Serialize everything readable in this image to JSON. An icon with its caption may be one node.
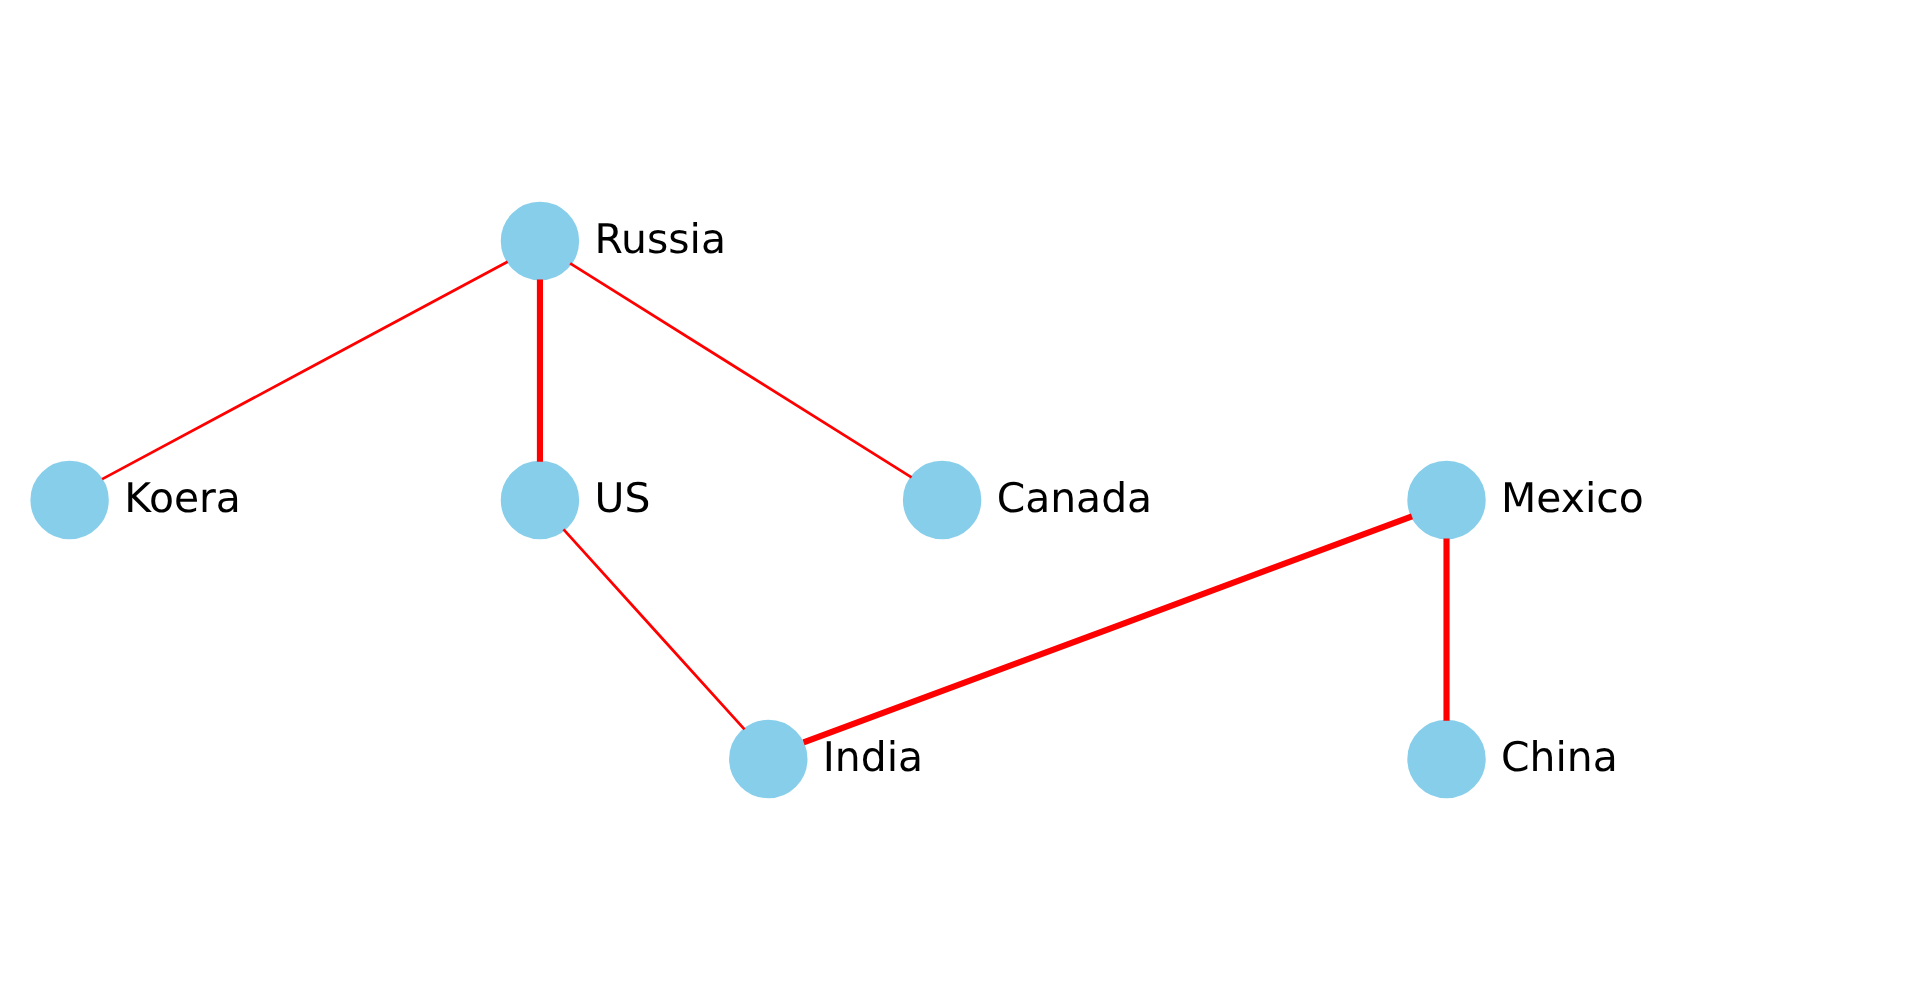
{
  "diagram": {
    "nodes": [
      {
        "text": [],
        "shape": "circle",
        "beside": [
          "Russia"
        ]
      },
      {
        "text": [],
        "shape": "circle",
        "beside": [
          "Mexico"
        ]
      },
      {
        "text": [],
        "shape": "circle",
        "beside": [
          "Koera"
        ]
      },
      {
        "text": [],
        "shape": "circle",
        "beside": [
          "India"
        ]
      },
      {
        "text": [],
        "shape": "circle",
        "beside": [
          "US"
        ]
      },
      {
        "text": [],
        "shape": "circle",
        "beside": [
          "Canada"
        ]
      },
      {
        "text": [],
        "shape": "circle",
        "beside": [
          "China"
        ]
      }
    ],
    "edges": [
      {
        "from": 0,
        "to": 2,
        "arrow": "none"
      },
      {
        "from": 0,
        "to": 4,
        "arrow": "none",
        "style": "thick"
      },
      {
        "from": 0,
        "to": 5,
        "arrow": "none"
      },
      {
        "from": 1,
        "to": 3,
        "arrow": "none",
        "style": "thick"
      },
      {
        "from": 1,
        "to": 6,
        "arrow": "none",
        "style": "thick"
      },
      {
        "from": 4,
        "to": 3,
        "arrow": "none"
      }
    ]
  }
}
